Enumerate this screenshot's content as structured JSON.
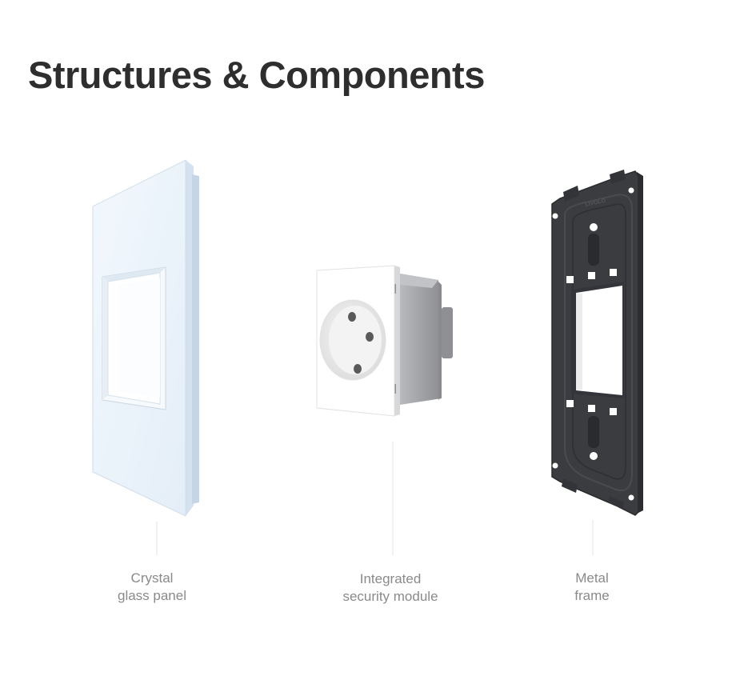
{
  "title": "Structures & Components",
  "components": [
    {
      "id": "glass",
      "caption_line1": "Crystal",
      "caption_line2": "glass panel"
    },
    {
      "id": "module",
      "caption_line1": "Integrated",
      "caption_line2": "security module"
    },
    {
      "id": "frame",
      "caption_line1": "Metal",
      "caption_line2": "frame"
    }
  ],
  "frame_logo_text": "LIVOLO",
  "colors": {
    "title": "#2e2e2e",
    "caption": "#8a8a8a",
    "glass": "#eaf3fb",
    "frame": "#3a3b3e",
    "module_body": "#9a9b9e"
  }
}
